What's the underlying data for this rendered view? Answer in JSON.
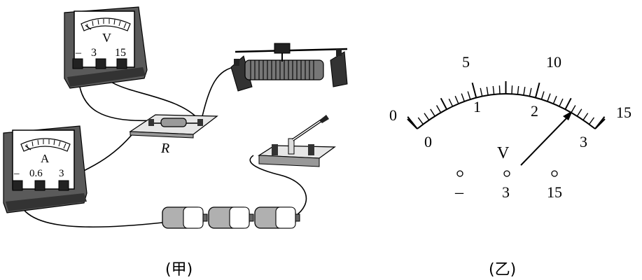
{
  "left_figure": {
    "caption": "(甲)",
    "voltmeter": {
      "symbol": "V",
      "terminals": [
        "–",
        "3",
        "15"
      ]
    },
    "ammeter": {
      "symbol": "A",
      "terminals": [
        "–",
        "0.6",
        "3"
      ]
    },
    "resistor_label": "R"
  },
  "right_figure": {
    "caption": "(乙)",
    "meter_symbol": "V",
    "outer_scale": [
      "0",
      "5",
      "10",
      "15"
    ],
    "inner_scale": [
      "0",
      "1",
      "2",
      "3"
    ],
    "terminals": [
      "–",
      "3",
      "15"
    ],
    "needle_reading_outer_scale": 12
  },
  "colors": {
    "ink": "#000000",
    "meter_body": "#555555",
    "battery_gray": "#b0b0b0",
    "board": "#e0e0e0"
  }
}
